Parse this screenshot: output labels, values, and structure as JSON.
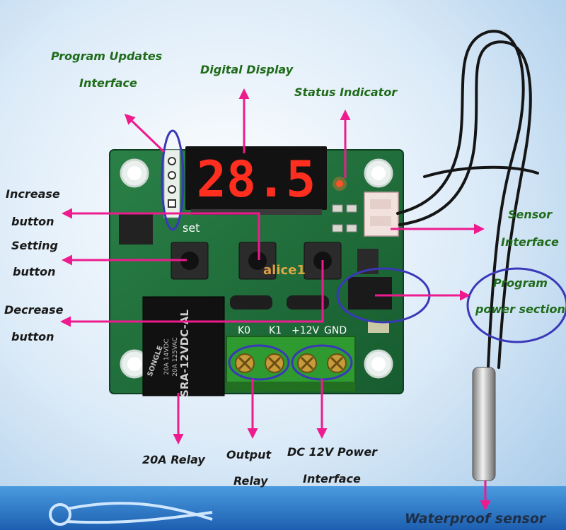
{
  "labels": {
    "program_updates_1": "Program Updates",
    "program_updates_2": "Interface",
    "digital_display": "Digital Display",
    "status_indicator": "Status Indicator",
    "increase_1": "Increase",
    "increase_2": "button",
    "setting_1": "Setting",
    "setting_2": "button",
    "decrease_1": "Decrease",
    "decrease_2": "button",
    "sensor_1": "Sensor",
    "sensor_2": "Interface",
    "program_power_1": "Program",
    "program_power_2": "power section",
    "relay_20a": "20A Relay",
    "output_relay_1": "Output",
    "output_relay_2": "Relay",
    "dc_power_1": "DC 12V Power",
    "dc_power_2": "Interface",
    "waterproof_sensor": "Waterproof sensor"
  },
  "board": {
    "display_digits": "28.5",
    "set_label": "set",
    "terminal_labels": [
      "K0",
      "K1",
      "+12V",
      "GND"
    ],
    "relay_text_1": "SRA-12VDC-AL",
    "relay_text_2": "20A 14VDC",
    "relay_text_3": "20A 125VAC",
    "relay_brand": "SONGLE",
    "watermark": "alice1"
  },
  "colors": {
    "arrow": "#ee1b8f",
    "ellipse": "#3a38b8",
    "board": "#1f6e3a",
    "label_green": "#1f6b1a",
    "label_dark": "#1a1a1a",
    "led_red": "#ff3b2a"
  }
}
